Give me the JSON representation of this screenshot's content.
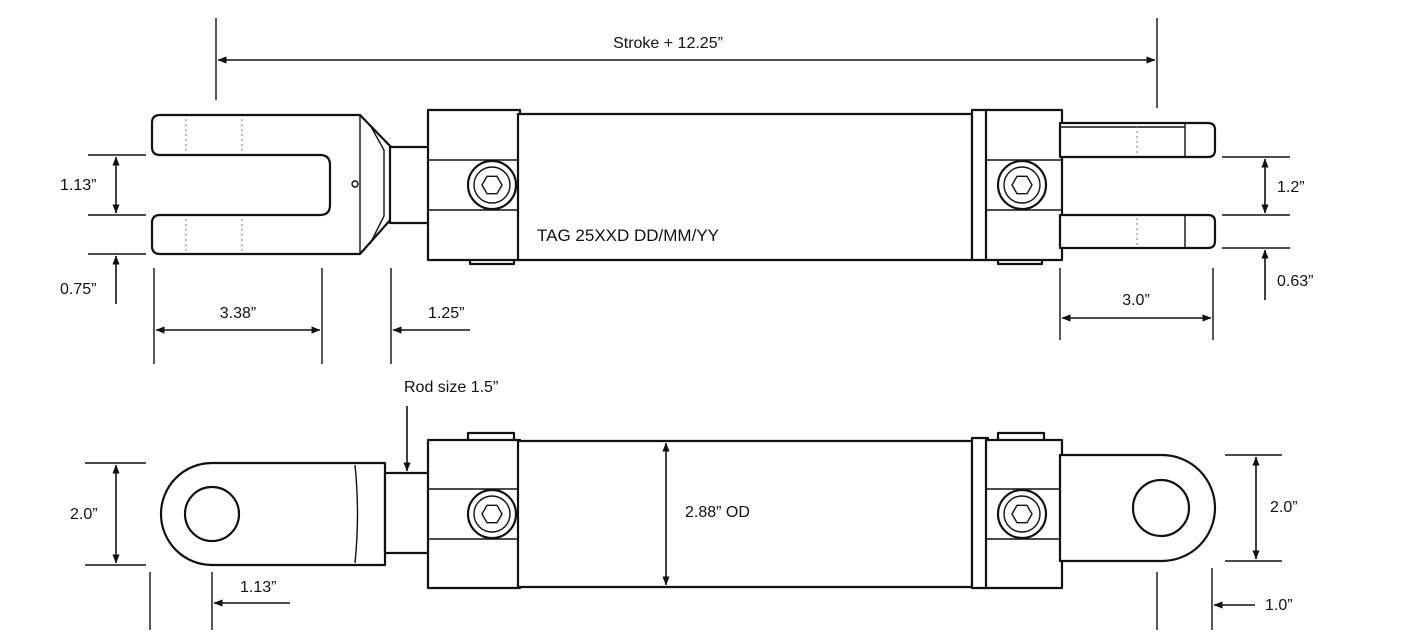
{
  "dimensions": {
    "stroke": "Stroke + 12.25”",
    "clevis_gap": "1.13”",
    "clevis_arm": "0.75”",
    "clevis_length": "3.38”",
    "rod_extension": "1.25”",
    "rear_gap": "1.2”",
    "rear_arm": "0.63”",
    "rear_length": "3.0”",
    "rod_size": "Rod size 1.5”",
    "rod_eye_height": "2.0”",
    "rod_eye_offset": "1.13”",
    "body_od": "2.88” OD",
    "rear_eye_height": "2.0”",
    "rear_eye_offset": "1.0”"
  },
  "tag": "TAG 25XXD DD/MM/YY"
}
